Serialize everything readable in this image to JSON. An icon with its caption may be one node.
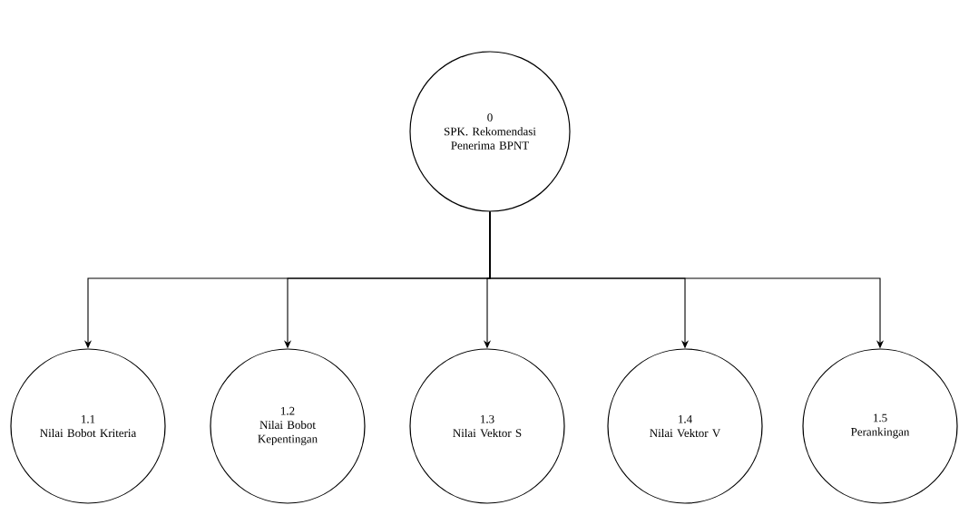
{
  "diagram": {
    "nodes": [
      {
        "text": [
          "0",
          "SPK. Rekomendasi Penerima BPNT"
        ]
      },
      {
        "text": [
          "1.1",
          "Nilai Bobot Kriteria"
        ]
      },
      {
        "text": [
          "1.2",
          "Nilai Bobot Kepentingan"
        ]
      },
      {
        "text": [
          "1.3",
          "Nilai Vektor S"
        ]
      },
      {
        "text": [
          "1.4",
          "Nilai Vektor V"
        ]
      },
      {
        "text": [
          "1.5",
          "Perankingan"
        ]
      }
    ],
    "edges": [
      {
        "from": 0,
        "to": 1,
        "arrow": "to"
      },
      {
        "from": 0,
        "to": 2,
        "arrow": "to"
      },
      {
        "from": 0,
        "to": 3,
        "arrow": "to"
      },
      {
        "from": 0,
        "to": 4,
        "arrow": "to"
      },
      {
        "from": 0,
        "to": 5,
        "arrow": "to"
      }
    ]
  }
}
